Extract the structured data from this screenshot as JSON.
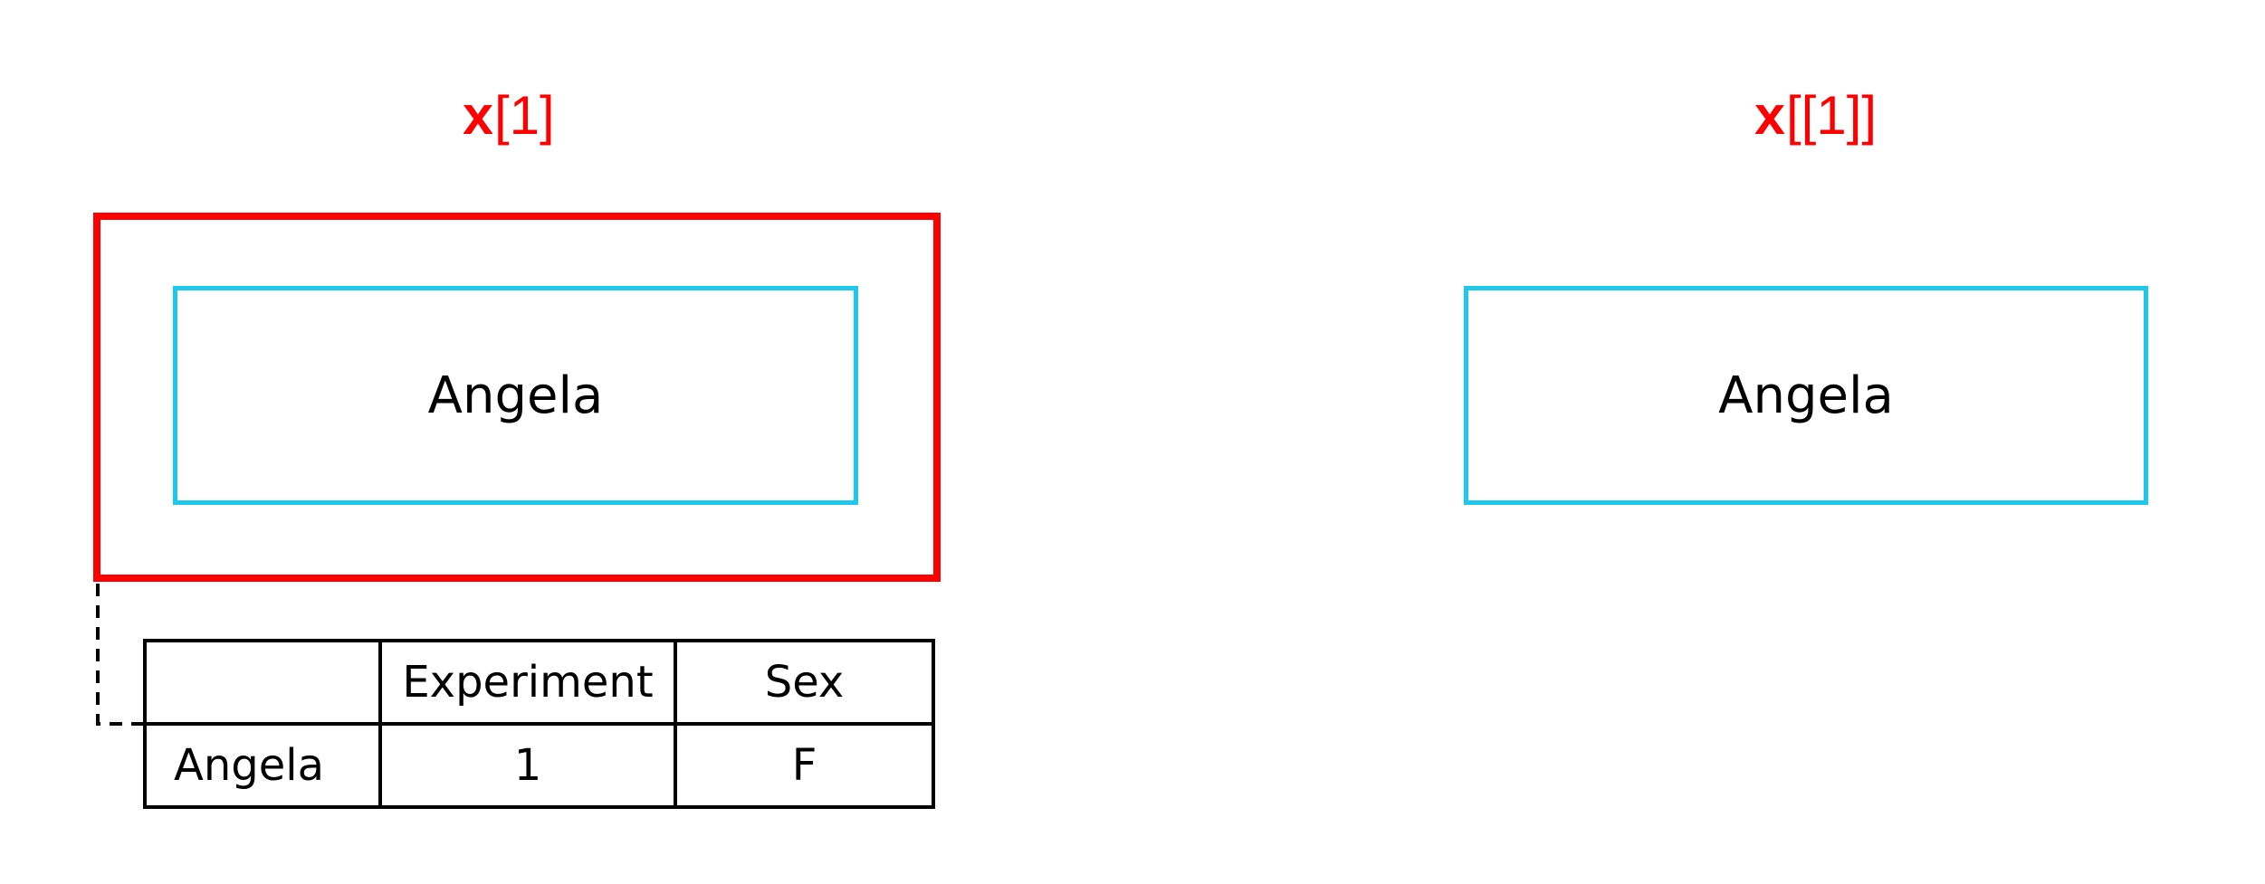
{
  "left": {
    "heading_var": "x",
    "heading_index": "[1]",
    "element_label": "Angela"
  },
  "right": {
    "heading_var": "x",
    "heading_index": "[[1]]",
    "element_label": "Angela"
  },
  "attributes_table": {
    "header": [
      "",
      "Experiment",
      "Sex"
    ],
    "rows": [
      [
        "Angela",
        "1",
        "F"
      ]
    ]
  },
  "colors": {
    "container_outline": "#ff0000",
    "element_outline": "#1ec8ec",
    "heading_text": "#ff0000"
  }
}
